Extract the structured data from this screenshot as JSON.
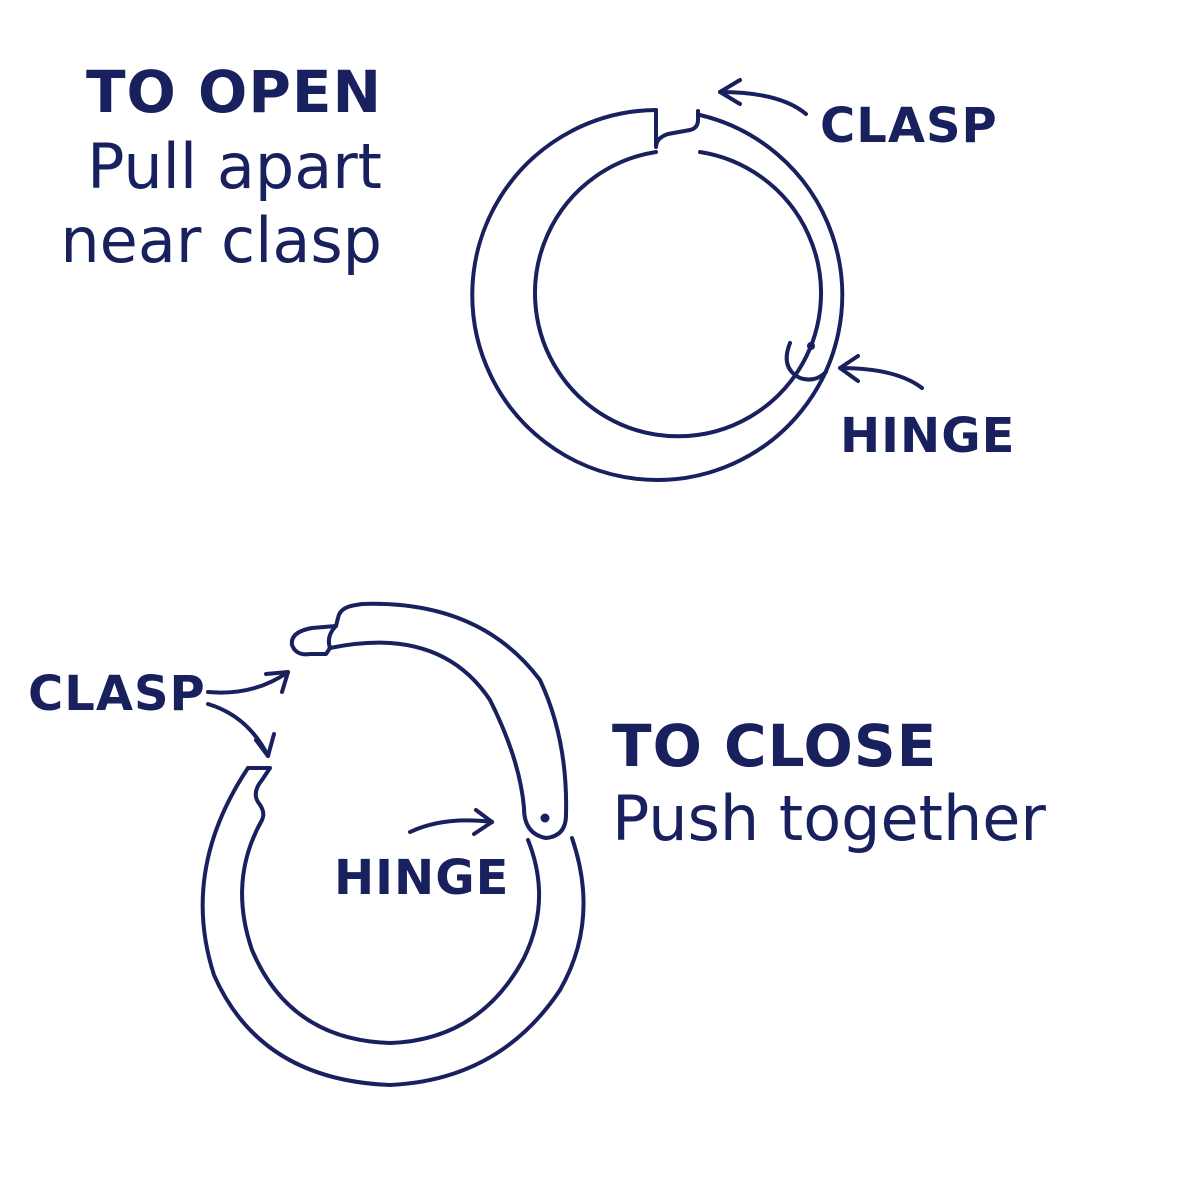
{
  "open": {
    "heading": "TO OPEN",
    "line1": "Pull apart",
    "line2": "near clasp",
    "clasp_label": "CLASP",
    "hinge_label": "HINGE"
  },
  "close": {
    "heading": "TO CLOSE",
    "line1": "Push together",
    "clasp_label": "CLASP",
    "hinge_label": "HINGE"
  },
  "colors": {
    "ink": "#18205e",
    "background": "#ffffff"
  }
}
